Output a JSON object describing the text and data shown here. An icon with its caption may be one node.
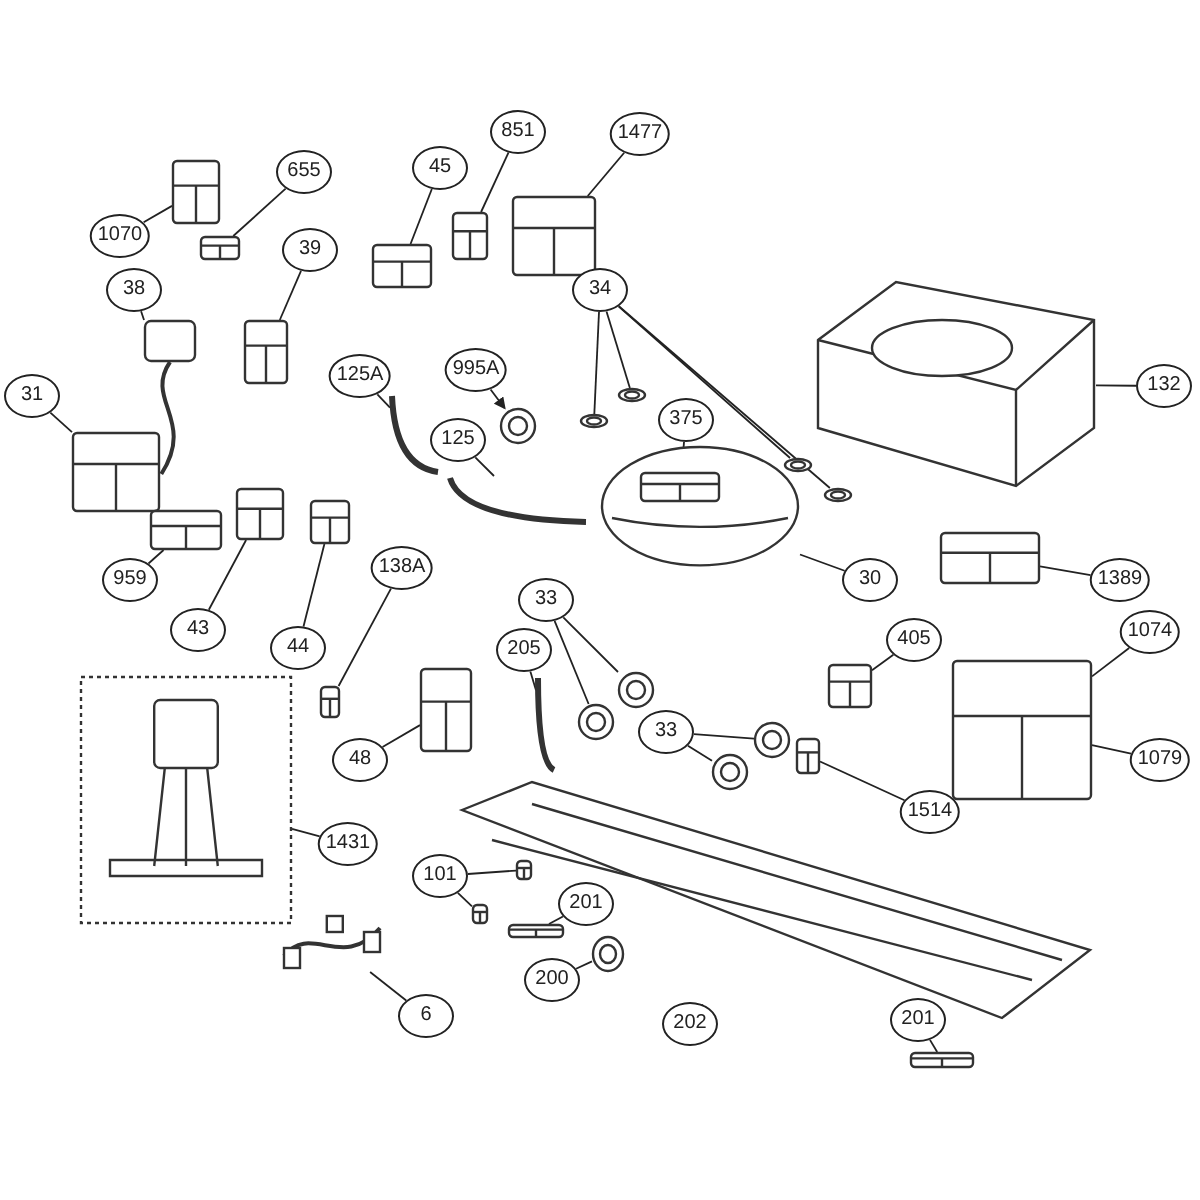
{
  "diagram": {
    "nodes": [
      {
        "text": [
          "1070"
        ]
      },
      {
        "text": [
          "655"
        ]
      },
      {
        "text": [
          "45"
        ]
      },
      {
        "text": [
          "851"
        ]
      },
      {
        "text": [
          "1477"
        ]
      },
      {
        "text": [
          "39"
        ]
      },
      {
        "text": [
          "38"
        ]
      },
      {
        "text": [
          "34"
        ]
      },
      {
        "text": [
          "132"
        ]
      },
      {
        "text": [
          "31"
        ]
      },
      {
        "text": [
          "125A"
        ]
      },
      {
        "text": [
          "995A"
        ]
      },
      {
        "text": [
          "125"
        ]
      },
      {
        "text": [
          "375"
        ]
      },
      {
        "text": [
          "30"
        ]
      },
      {
        "text": [
          "1389"
        ]
      },
      {
        "text": [
          "959"
        ]
      },
      {
        "text": [
          "43"
        ]
      },
      {
        "text": [
          "44"
        ]
      },
      {
        "text": [
          "138A"
        ]
      },
      {
        "text": [
          "33"
        ]
      },
      {
        "text": [
          "205"
        ]
      },
      {
        "text": [
          "405"
        ]
      },
      {
        "text": [
          "1074"
        ]
      },
      {
        "text": [
          "1079"
        ]
      },
      {
        "text": [
          "48"
        ]
      },
      {
        "text": [
          "33"
        ]
      },
      {
        "text": [
          "1514"
        ]
      },
      {
        "text": [
          "1431"
        ]
      },
      {
        "text": [
          "101"
        ]
      },
      {
        "text": [
          "201"
        ]
      },
      {
        "text": [
          "200"
        ]
      },
      {
        "text": [
          "202"
        ]
      },
      {
        "text": [
          "6"
        ]
      },
      {
        "text": [
          "201"
        ]
      },
      {
        "text": [],
        "shape": "picture"
      },
      {
        "text": [],
        "shape": "picture"
      },
      {
        "text": [],
        "shape": "picture"
      },
      {
        "text": [],
        "shape": "picture"
      },
      {
        "text": [],
        "shape": "picture"
      },
      {
        "text": [],
        "shape": "picture"
      },
      {
        "text": [],
        "shape": "picture"
      },
      {
        "text": [],
        "shape": "picture"
      },
      {
        "text": [],
        "shape": "picture"
      },
      {
        "text": [],
        "shape": "picture"
      },
      {
        "text": [],
        "shape": "picture"
      },
      {
        "text": [],
        "shape": "picture"
      },
      {
        "text": [],
        "shape": "picture"
      },
      {
        "text": [],
        "shape": "picture"
      },
      {
        "text": [],
        "shape": "picture"
      },
      {
        "text": [],
        "shape": "picture"
      },
      {
        "text": [],
        "shape": "picture"
      },
      {
        "text": [],
        "shape": "picture",
        "in": 51
      },
      {
        "text": [],
        "shape": "picture"
      },
      {
        "text": [],
        "shape": "picture"
      },
      {
        "text": [],
        "shape": "picture"
      },
      {
        "text": [],
        "shape": "picture"
      },
      {
        "text": [],
        "shape": "picture"
      },
      {
        "text": [],
        "shape": "picture"
      },
      {
        "text": [],
        "shape": "picture"
      },
      {
        "text": [],
        "shape": "picture"
      },
      {
        "text": [],
        "shape": "picture"
      },
      {
        "text": [],
        "shape": "picture"
      },
      {
        "text": [],
        "shape": "picture"
      },
      {
        "text": [],
        "shape": "picture"
      },
      {
        "text": [],
        "shape": "picture"
      },
      {
        "text": [],
        "shape": "picture"
      },
      {
        "text": [],
        "shape": "picture"
      },
      {
        "text": [],
        "shape": "picture"
      },
      {
        "text": [],
        "shape": "picture"
      },
      {
        "text": [],
        "shape": "picture"
      },
      {
        "text": [],
        "shape": "picture"
      },
      {
        "text": [],
        "shape": "picture"
      },
      {
        "text": [],
        "shape": "picture"
      },
      {
        "text": [],
        "shape": "picture"
      }
    ],
    "edges": [
      {
        "from": 0,
        "to": 35,
        "arrow": "none"
      },
      {
        "from": 1,
        "to": 36,
        "arrow": "none"
      },
      {
        "from": 2,
        "to": 37,
        "arrow": "none"
      },
      {
        "from": 3,
        "to": 38,
        "arrow": "none"
      },
      {
        "from": 4,
        "to": 39,
        "arrow": "none"
      },
      {
        "from": 5,
        "to": 40,
        "arrow": "none"
      },
      {
        "from": 6,
        "to": 41,
        "arrow": "none"
      },
      {
        "from": 7,
        "to": 42,
        "arrow": "none"
      },
      {
        "from": 7,
        "to": 43,
        "arrow": "none"
      },
      {
        "from": 7,
        "to": 44,
        "arrow": "none"
      },
      {
        "from": 7,
        "to": 45,
        "arrow": "none"
      },
      {
        "from": 8,
        "to": 46,
        "arrow": "none"
      },
      {
        "from": 9,
        "to": 47,
        "arrow": "none"
      },
      {
        "from": 10,
        "to": 48,
        "arrow": "none"
      },
      {
        "from": 11,
        "to": 49,
        "arrow": "to"
      },
      {
        "from": 12,
        "to": 50,
        "arrow": "none"
      },
      {
        "from": 13,
        "to": 52,
        "arrow": "none"
      },
      {
        "from": 14,
        "to": 51,
        "arrow": "none"
      },
      {
        "from": 15,
        "to": 53,
        "arrow": "none"
      },
      {
        "from": 16,
        "to": 54,
        "arrow": "none"
      },
      {
        "from": 17,
        "to": 55,
        "arrow": "none"
      },
      {
        "from": 18,
        "to": 56,
        "arrow": "none"
      },
      {
        "from": 19,
        "to": 57,
        "arrow": "none"
      },
      {
        "from": 20,
        "to": 58,
        "arrow": "none"
      },
      {
        "from": 20,
        "to": 59,
        "arrow": "none"
      },
      {
        "from": 21,
        "to": 62,
        "arrow": "none"
      },
      {
        "from": 22,
        "to": 63,
        "arrow": "none"
      },
      {
        "from": 23,
        "to": 64,
        "arrow": "none"
      },
      {
        "from": 24,
        "to": 64,
        "arrow": "none"
      },
      {
        "from": 25,
        "to": 65,
        "arrow": "none"
      },
      {
        "from": 26,
        "to": 60,
        "arrow": "none"
      },
      {
        "from": 26,
        "to": 61,
        "arrow": "none"
      },
      {
        "from": 27,
        "to": 66,
        "arrow": "none"
      },
      {
        "from": 28,
        "to": 67,
        "arrow": "none"
      },
      {
        "from": 29,
        "to": 68,
        "arrow": "none"
      },
      {
        "from": 29,
        "to": 69,
        "arrow": "none"
      },
      {
        "from": 30,
        "to": 70,
        "arrow": "none"
      },
      {
        "from": 31,
        "to": 71,
        "arrow": "none"
      },
      {
        "from": 32,
        "to": 72,
        "arrow": "none"
      },
      {
        "from": 33,
        "to": 73,
        "arrow": "none"
      },
      {
        "from": 34,
        "to": 74,
        "arrow": "none"
      }
    ]
  }
}
